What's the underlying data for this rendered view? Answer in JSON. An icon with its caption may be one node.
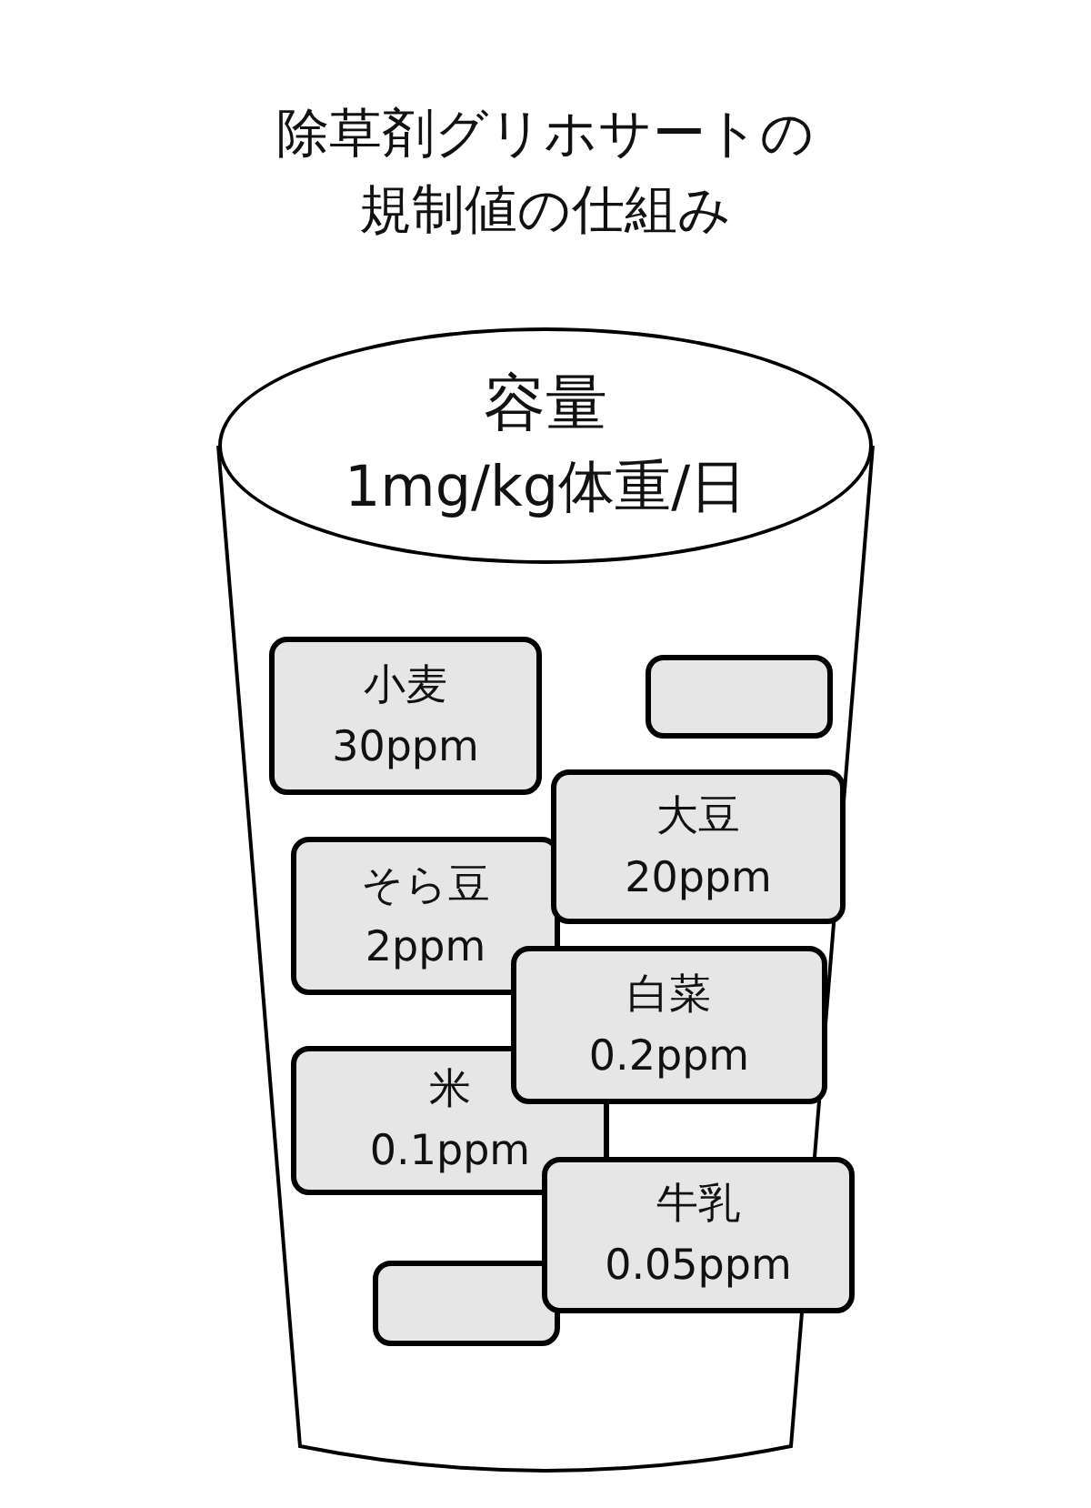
{
  "diagram": {
    "title": "除草剤グリホサートの規制値の仕組み",
    "nodes": [
      {
        "text": [
          "容量",
          "1mg/kg体重/日"
        ]
      },
      {
        "text": [
          "小麦",
          "30ppm"
        ]
      },
      {
        "text": [],
        "shape": "box"
      },
      {
        "text": [
          "大豆",
          "20ppm"
        ]
      },
      {
        "text": [
          "そら豆",
          "2ppm"
        ]
      },
      {
        "text": [
          "白菜",
          "0.2ppm"
        ]
      },
      {
        "text": [
          "米",
          "0.1ppm"
        ]
      },
      {
        "text": [
          "牛乳",
          "0.05ppm"
        ]
      },
      {
        "text": [],
        "shape": "box"
      }
    ]
  }
}
